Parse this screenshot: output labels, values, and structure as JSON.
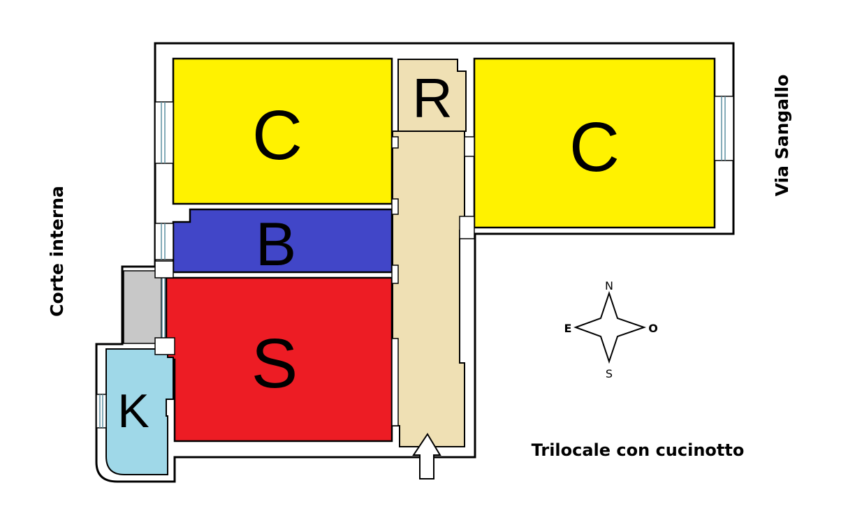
{
  "rooms": {
    "bedroom_1": {
      "letter": "C",
      "color": "#FFF200"
    },
    "bedroom_2": {
      "letter": "C",
      "color": "#FFF200"
    },
    "storage": {
      "letter": "R",
      "color": "#EFE0B4"
    },
    "bathroom": {
      "letter": "B",
      "color": "#4146C8"
    },
    "living": {
      "letter": "S",
      "color": "#ED1C24"
    },
    "kitchen": {
      "letter": "K",
      "color": "#9FD8E8"
    },
    "hallway": {
      "color": "#EFE0B4"
    },
    "balcony": {
      "color": "#C8C8C8"
    }
  },
  "labels": {
    "courtyard": "Corte interna",
    "street": "Via Sangallo",
    "caption": "Trilocale con cucinotto"
  },
  "compass": {
    "north": "N",
    "south": "S",
    "east": "E",
    "west": "O"
  },
  "wall_color": "#FFFFFF",
  "outline_color": "#000000"
}
